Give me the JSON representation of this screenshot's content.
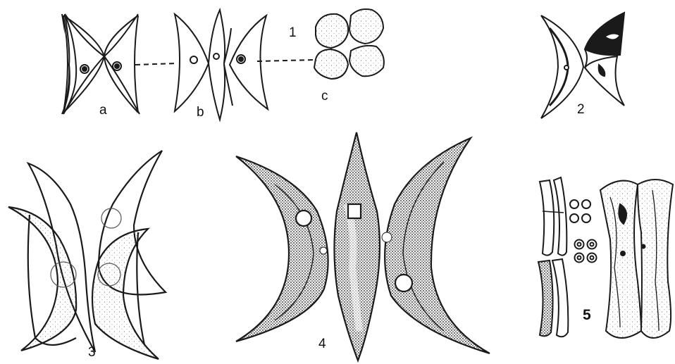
{
  "figures": {
    "fig1": {
      "number": "1",
      "a": "a",
      "b": "b",
      "c": "c"
    },
    "fig2": {
      "number": "2"
    },
    "fig3": {
      "number": "3"
    },
    "fig4": {
      "number": "4"
    },
    "fig5": {
      "number": "5"
    }
  },
  "colors": {
    "ink": "#1a1a1a",
    "paper": "#ffffff",
    "stipple": "#777777",
    "dense": "#333333"
  }
}
